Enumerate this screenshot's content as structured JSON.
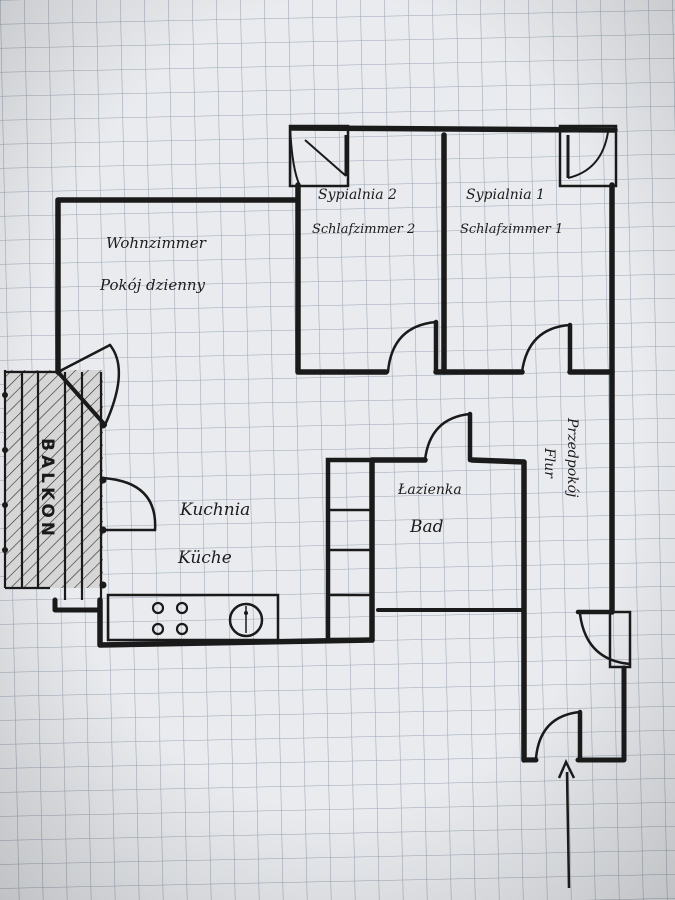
{
  "rooms": {
    "wohnzimmer_de": "Wohnzimmer",
    "wohnzimmer_pl": "Pokój dzienny",
    "sypialnia2_pl": "Sypialnia 2",
    "schlafzimmer2_de": "Schlafzimmer 2",
    "sypialnia1_pl": "Sypialnia 1",
    "schlafzimmer1_de": "Schlafzimmer 1",
    "kuchnia_pl": "Kuchnia",
    "kueche_de": "Küche",
    "lazienka_pl": "Łazienka",
    "bad_de": "Bad",
    "korytarz_pl": "Przedpokój",
    "flur_de": "Flur",
    "balkon_pl": "BALKON"
  },
  "colors": {
    "paper": "#e9ebee",
    "grid": "#9aa6b4",
    "ink": "#1a1a1a",
    "balcony_fill": "#d8d8d8"
  },
  "icons": {
    "stove": "four-burner-hob",
    "sink": "round-sink",
    "entrance": "arrow-up"
  }
}
